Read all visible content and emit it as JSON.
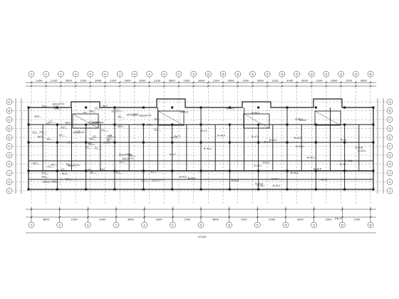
{
  "drawing": {
    "top_axis_labels": [
      "①",
      "②",
      "③",
      "④",
      "⑤",
      "⑥",
      "⑦",
      "⑧",
      "⑨",
      "⑩",
      "⑪",
      "⑫",
      "⑬",
      "⑭",
      "⑮",
      "⑯",
      "⑰",
      "⑱",
      "⑲",
      "⑳",
      "㉑",
      "㉒",
      "㉓",
      "㉔"
    ],
    "bottom_axis_labels": [
      "①",
      "③",
      "⑤",
      "⑦",
      "⑨",
      "⑪",
      "⑬",
      "⑮",
      "⑰",
      "⑲",
      "㉑",
      "㉓",
      "㉔"
    ],
    "side_axis_labels": [
      "Ⓐ",
      "Ⓑ",
      "Ⓒ",
      "Ⓓ",
      "Ⓔ",
      "Ⓕ",
      "Ⓖ",
      "Ⓗ",
      "Ⓙ",
      "Ⓚ",
      "Ⓛ"
    ],
    "top_dims": [
      "1200",
      "2100",
      "2600",
      "1500",
      "2600",
      "2100",
      "3000",
      "3000",
      "2100",
      "2600",
      "1500",
      "2600",
      "2100",
      "2600",
      "1500",
      "2600",
      "2100",
      "3000",
      "3000",
      "2100",
      "2600",
      "1500",
      "2600",
      "2100"
    ],
    "bottom_dims": [
      "3600",
      "1500",
      "3300",
      "3000",
      "3300",
      "1500",
      "3600",
      "1500",
      "3300",
      "3000",
      "3300",
      "1500",
      "3600"
    ],
    "overall_dim": "67200",
    "room_tags": [
      "B=KL1",
      "B=KL2",
      "B=KL3",
      "B=KL4",
      "B=KL5",
      "B=KL6",
      "B=L1",
      "B=L2",
      "B=L3"
    ],
    "note_tags": [
      "KZ1",
      "KZ2",
      "KZ3",
      "4φ12",
      "8φ14",
      "φ8@100/200"
    ],
    "page_mark": "结施-05"
  },
  "colors": {
    "line": "#2a2a2a",
    "text": "#222222",
    "background": "#ffffff"
  }
}
